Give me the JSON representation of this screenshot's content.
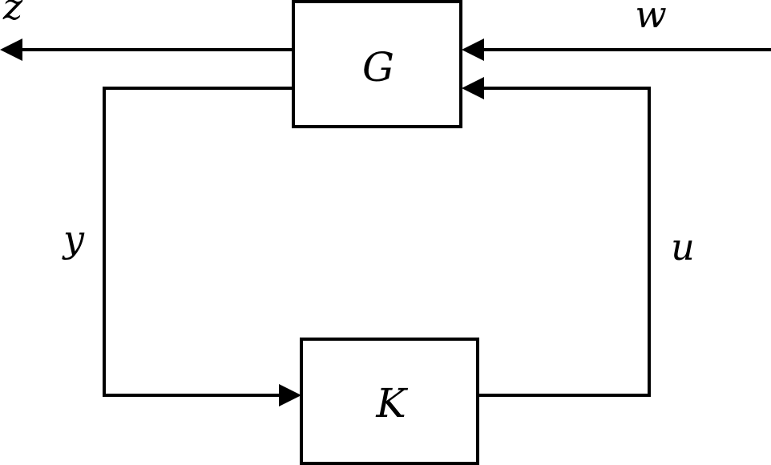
{
  "blocks": {
    "plant": {
      "label": "G"
    },
    "controller": {
      "label": "K"
    }
  },
  "signals": {
    "performance_output": {
      "label": "z"
    },
    "exogenous_input": {
      "label": "w"
    },
    "measured_output": {
      "label": "y"
    },
    "control_input": {
      "label": "u"
    }
  }
}
